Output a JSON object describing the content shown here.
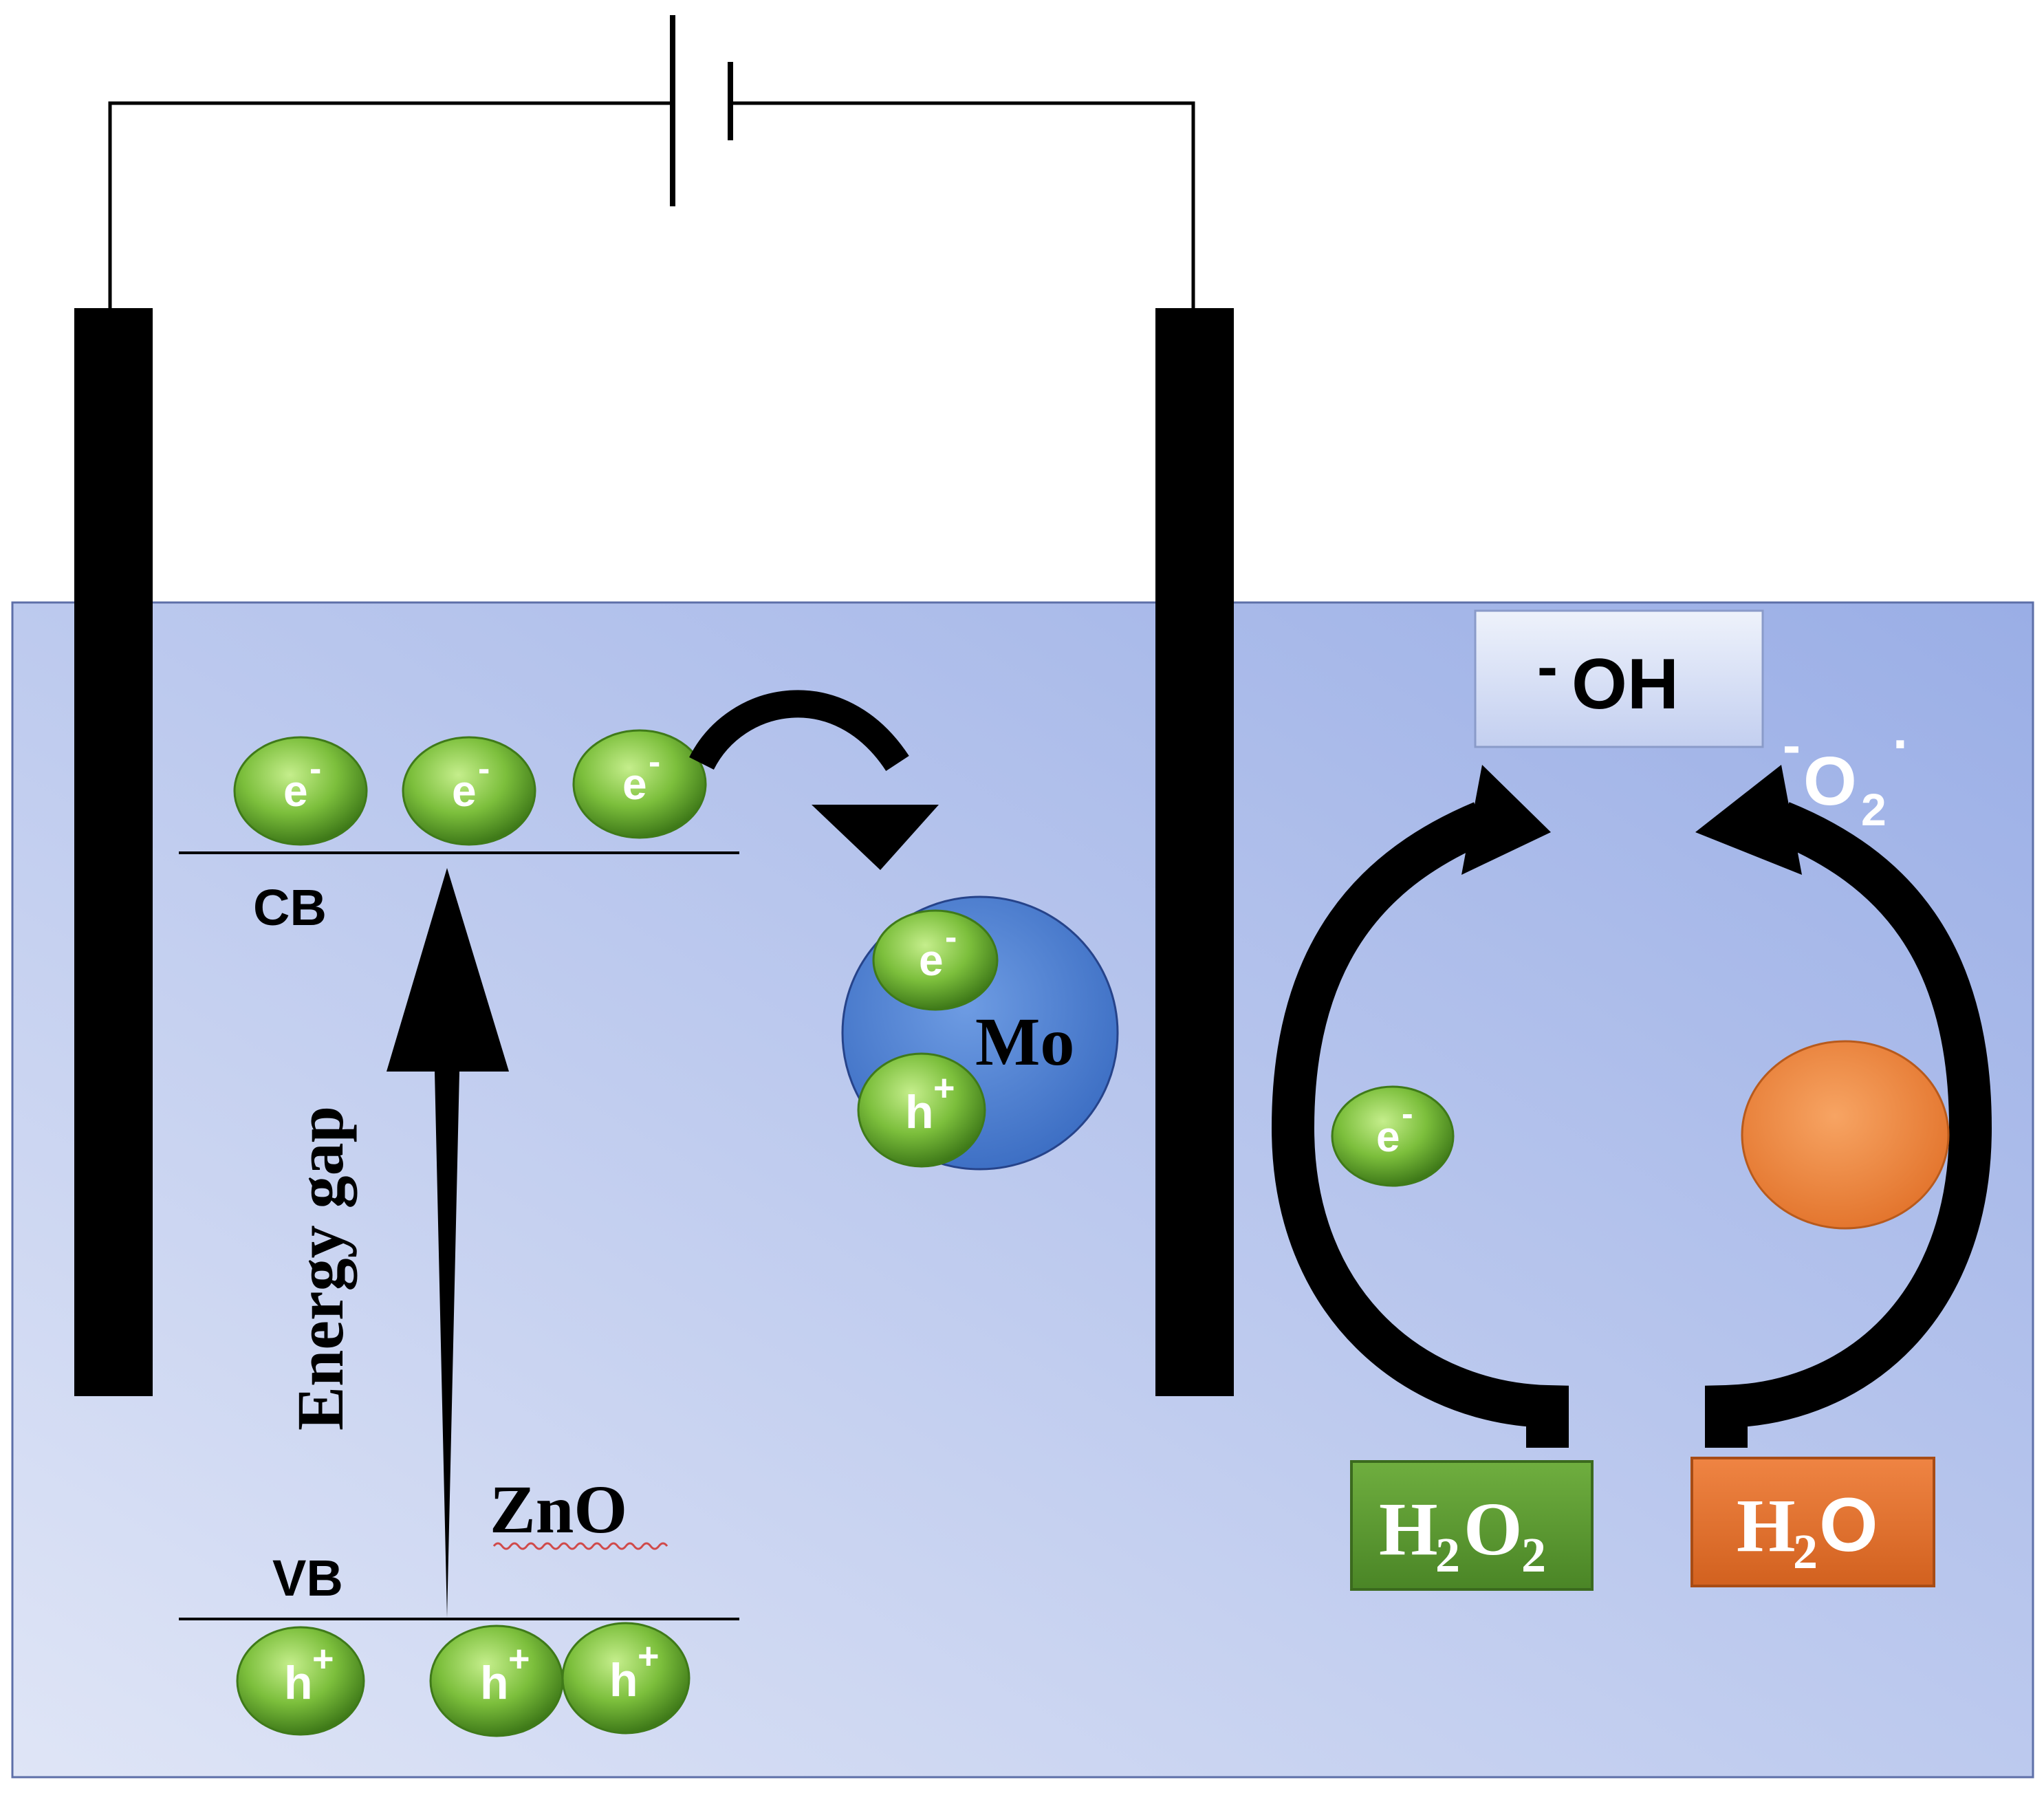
{
  "colors": {
    "electrolyte_light": "#dfe5f6",
    "electrolyte_dark": "#9aaee6",
    "electrode": "#000000",
    "wire": "#000000",
    "particle_green": "#7cbf3c",
    "particle_green_dark": "#3f7a19",
    "mo_blue": "#4a7fd4",
    "h2o2_box": "#5b9a30",
    "h2o_box": "#e4712c",
    "orange_ball": "#f08b3a",
    "oh_box": "#d5def5"
  },
  "labels": {
    "cb": "CB",
    "vb": "VB",
    "energy_gap": "Energy gap",
    "zno": "ZnO",
    "mo": "Mo",
    "oh_charge": "-",
    "oh_text": "OH",
    "o2_text": "O",
    "o2_subscript": "2",
    "o2_charge_left": "-",
    "o2_charge_right": "·",
    "h2o2_h": "H",
    "h2o2_sub1": "2",
    "h2o2_o": "O",
    "h2o2_sub2": "2",
    "h2o_h": "H",
    "h2o_sub": "2",
    "h2o_o": "O"
  },
  "particles": {
    "electron_symbol": "e",
    "electron_charge": "-",
    "hole_symbol": "h",
    "hole_charge": "+"
  }
}
